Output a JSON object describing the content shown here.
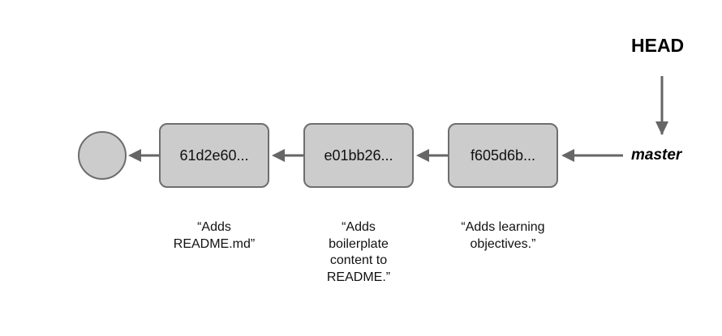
{
  "head": {
    "label": "HEAD"
  },
  "branch": {
    "label": "master"
  },
  "commits": [
    {
      "hash": "61d2e60...",
      "message": [
        "“Adds",
        "README.md”"
      ]
    },
    {
      "hash": "e01bb26...",
      "message": [
        "“Adds",
        "boilerplate",
        "content to",
        "README.”"
      ]
    },
    {
      "hash": "f605d6b...",
      "message": [
        "“Adds learning",
        "objectives.”"
      ]
    }
  ],
  "colors": {
    "node_fill": "#cccccc",
    "node_stroke": "#6e6e6e",
    "arrow": "#666666"
  }
}
